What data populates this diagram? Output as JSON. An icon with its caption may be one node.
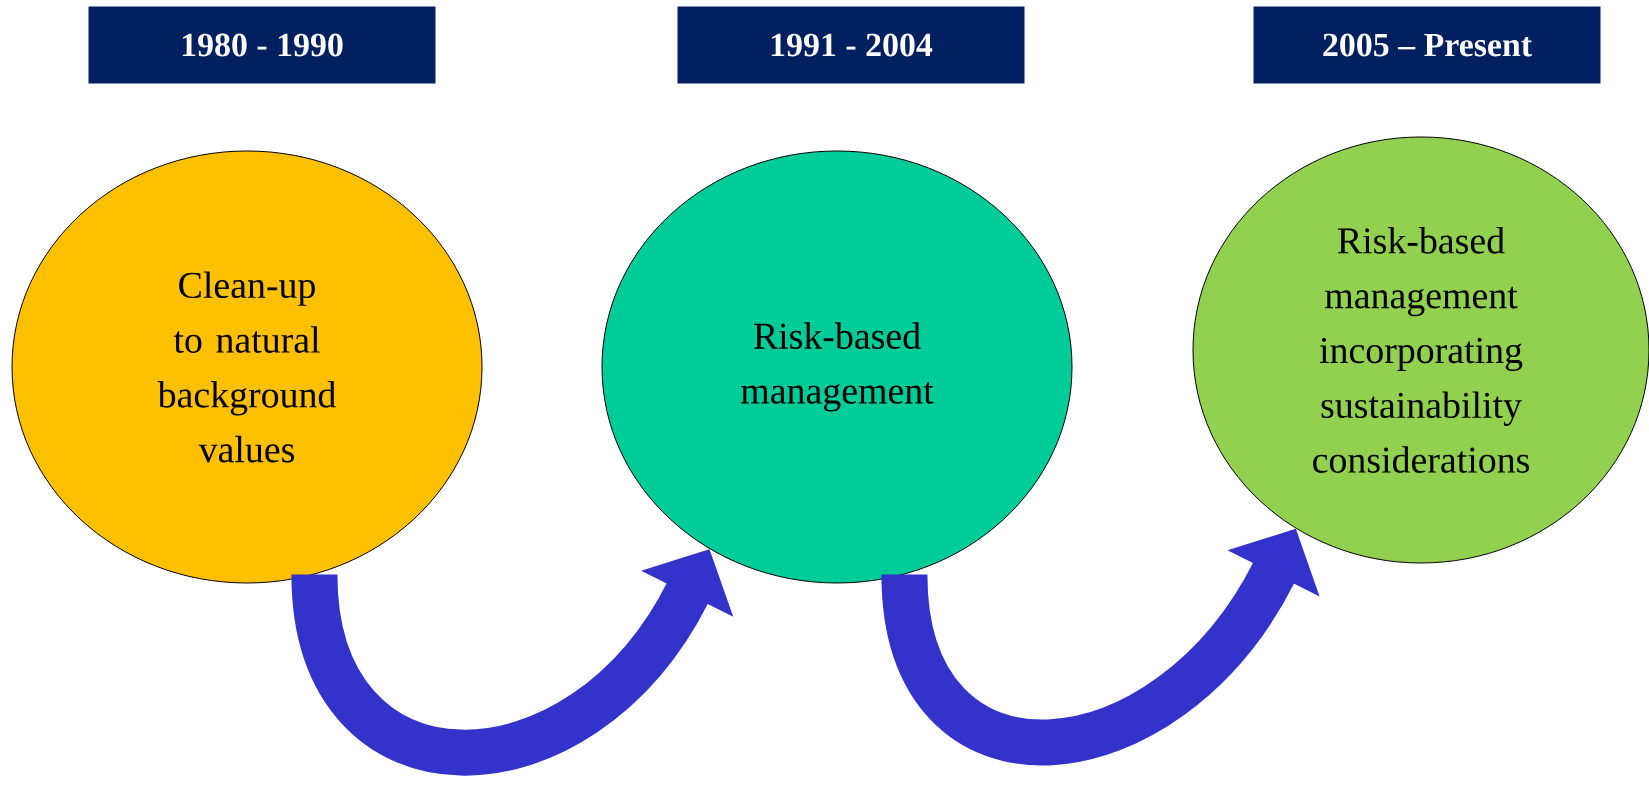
{
  "diagram": {
    "nodes": [
      {
        "text": [
          "1980 - 1990"
        ]
      },
      {
        "text": [
          "1991 - 2004"
        ]
      },
      {
        "text": [
          "2005 – Present"
        ]
      },
      {
        "text": [
          "Clean-up to natural background values"
        ]
      },
      {
        "text": [
          "Risk-based management"
        ]
      },
      {
        "text": [
          "Risk-based management incorporating sustainability considerations"
        ]
      }
    ],
    "edges": [
      {
        "from": 3,
        "to": 4,
        "arrow": "to"
      },
      {
        "from": 4,
        "to": 5,
        "arrow": "to"
      }
    ]
  }
}
